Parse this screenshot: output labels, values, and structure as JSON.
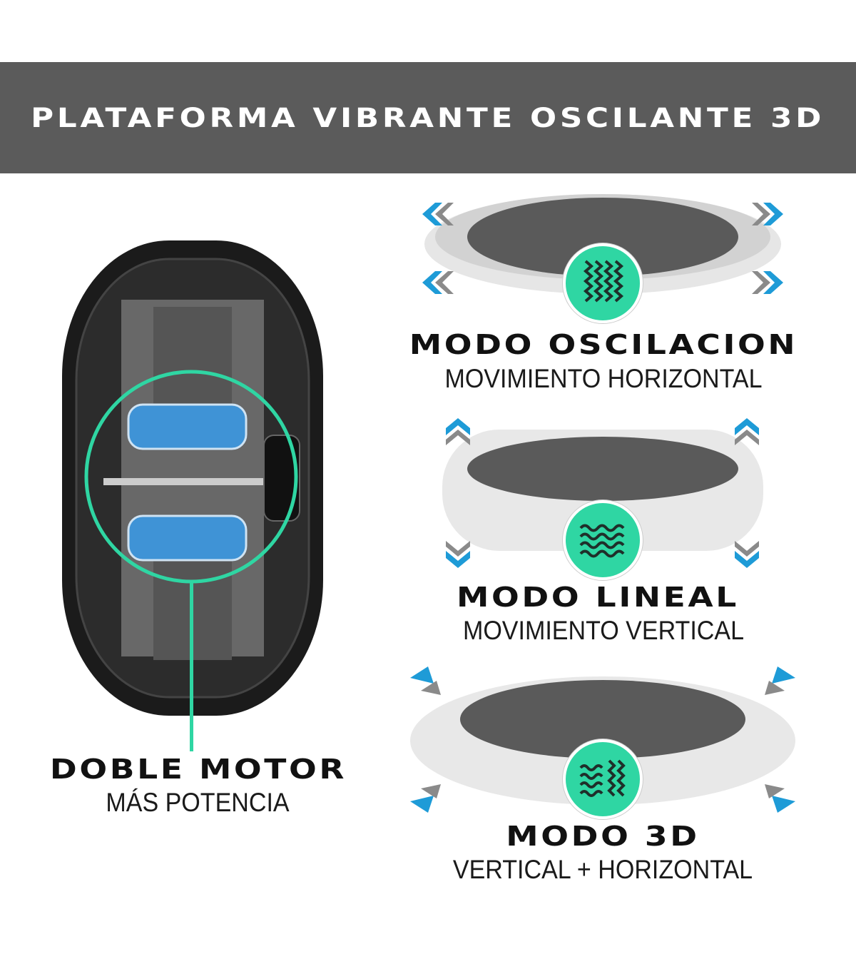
{
  "banner": {
    "title": "PLATAFORMA VIBRANTE OSCILANTE 3D"
  },
  "motor": {
    "title": "DOBLE MOTOR",
    "subtitle": "MÁS POTENCIA"
  },
  "modes": [
    {
      "title": "MODO OSCILACION",
      "subtitle": "MOVIMIENTO HORIZONTAL",
      "icon": "vertical-zigzag-waves-icon"
    },
    {
      "title": "MODO LINEAL",
      "subtitle": "MOVIMIENTO VERTICAL",
      "icon": "horizontal-waves-icon"
    },
    {
      "title": "MODO 3D",
      "subtitle": "VERTICAL + HORIZONTAL",
      "icon": "mixed-waves-icon"
    }
  ],
  "colors": {
    "banner": "#5b5b5b",
    "accent": "#2fd6a3",
    "arrow_blue": "#1e9bd7",
    "arrow_gray": "#8a8a8a"
  }
}
